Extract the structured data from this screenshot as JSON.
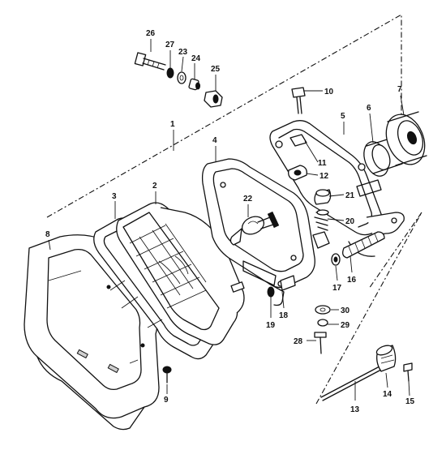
{
  "diagram": {
    "parts": [
      {
        "id": "p1",
        "number": "1"
      },
      {
        "id": "p2",
        "number": "2"
      },
      {
        "id": "p3",
        "number": "3"
      },
      {
        "id": "p4",
        "number": "4"
      },
      {
        "id": "p5",
        "number": "5"
      },
      {
        "id": "p6",
        "number": "6"
      },
      {
        "id": "p7",
        "number": "7"
      },
      {
        "id": "p8",
        "number": "8"
      },
      {
        "id": "p9",
        "number": "9"
      },
      {
        "id": "p10",
        "number": "10"
      },
      {
        "id": "p11",
        "number": "11"
      },
      {
        "id": "p12",
        "number": "12"
      },
      {
        "id": "p13",
        "number": "13"
      },
      {
        "id": "p14",
        "number": "14"
      },
      {
        "id": "p15",
        "number": "15"
      },
      {
        "id": "p16",
        "number": "16"
      },
      {
        "id": "p17",
        "number": "17"
      },
      {
        "id": "p18",
        "number": "18"
      },
      {
        "id": "p19",
        "number": "19"
      },
      {
        "id": "p20",
        "number": "20"
      },
      {
        "id": "p21",
        "number": "21"
      },
      {
        "id": "p22",
        "number": "22"
      },
      {
        "id": "p23",
        "number": "23"
      },
      {
        "id": "p24",
        "number": "24"
      },
      {
        "id": "p25",
        "number": "25"
      },
      {
        "id": "p26",
        "number": "26"
      },
      {
        "id": "p27",
        "number": "27"
      },
      {
        "id": "p28",
        "number": "28"
      },
      {
        "id": "p29",
        "number": "29"
      },
      {
        "id": "p30",
        "number": "30"
      }
    ]
  }
}
